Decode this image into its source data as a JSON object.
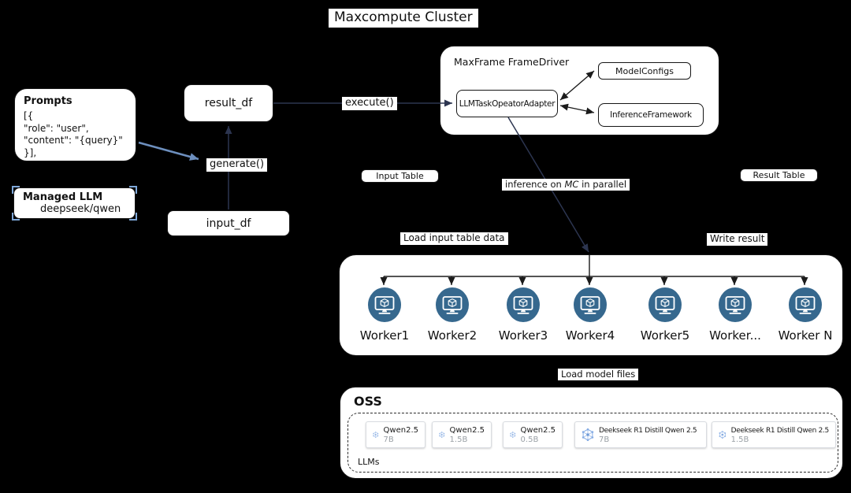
{
  "title": "Maxcompute Cluster",
  "prompts": {
    "title": "Prompts",
    "code_lines": [
      "[{",
      "\"role\": \"user\",",
      "\"content\": \"{query}\"",
      "}],"
    ]
  },
  "managed_llm": {
    "title": "Managed LLM",
    "value": "deepseek/qwen"
  },
  "dataframes": {
    "result_df": "result_df",
    "input_df": "input_df"
  },
  "methods": {
    "generate": "generate()",
    "execute": "execute()"
  },
  "framedriver": {
    "title": "MaxFrame FrameDriver",
    "adapter": "LLMTaskOpeatorAdapter",
    "model_configs": "ModelConfigs",
    "inference_framework": "InferenceFramework"
  },
  "tables": {
    "input": "Input Table",
    "result": "Result Table"
  },
  "flow_labels": {
    "inference_pre": "inference on ",
    "inference_mc": "MC",
    "inference_post": " in parallel",
    "load_input": "Load input table data",
    "write_result": "Write result",
    "load_model_files": "Load model files"
  },
  "workers": {
    "items": [
      "Worker1",
      "Worker2",
      "Worker3",
      "Worker4",
      "Worker5",
      "Worker...",
      "Worker N"
    ]
  },
  "oss": {
    "title": "OSS",
    "group_label": "LLMs",
    "models": [
      {
        "name": "Qwen2.5",
        "size": "7B"
      },
      {
        "name": "Qwen2.5",
        "size": "1.5B"
      },
      {
        "name": "Qwen2.5",
        "size": "0.5B"
      },
      {
        "name": "Deekseek R1 Distill Qwen 2.5",
        "size": "7B"
      },
      {
        "name": "Deekseek R1 Distill Qwen 2.5",
        "size": "1.5B"
      }
    ]
  },
  "icons": {
    "worker": "worker-monitor-icon",
    "model": "model-network-icon"
  },
  "colors": {
    "canvas_bg": "#000000",
    "shape_bg": "#ffffff",
    "shape_border": "#161616",
    "worker_icon_blue": "#36688e",
    "model_icon_blue": "#84abe4",
    "prompt_arrow_blue": "#6d8fbe",
    "connector_dark": "#2c3550",
    "text": "#111111",
    "model_size_gray": "#9aa0a6",
    "selection_blue": "#7fa8d9"
  }
}
